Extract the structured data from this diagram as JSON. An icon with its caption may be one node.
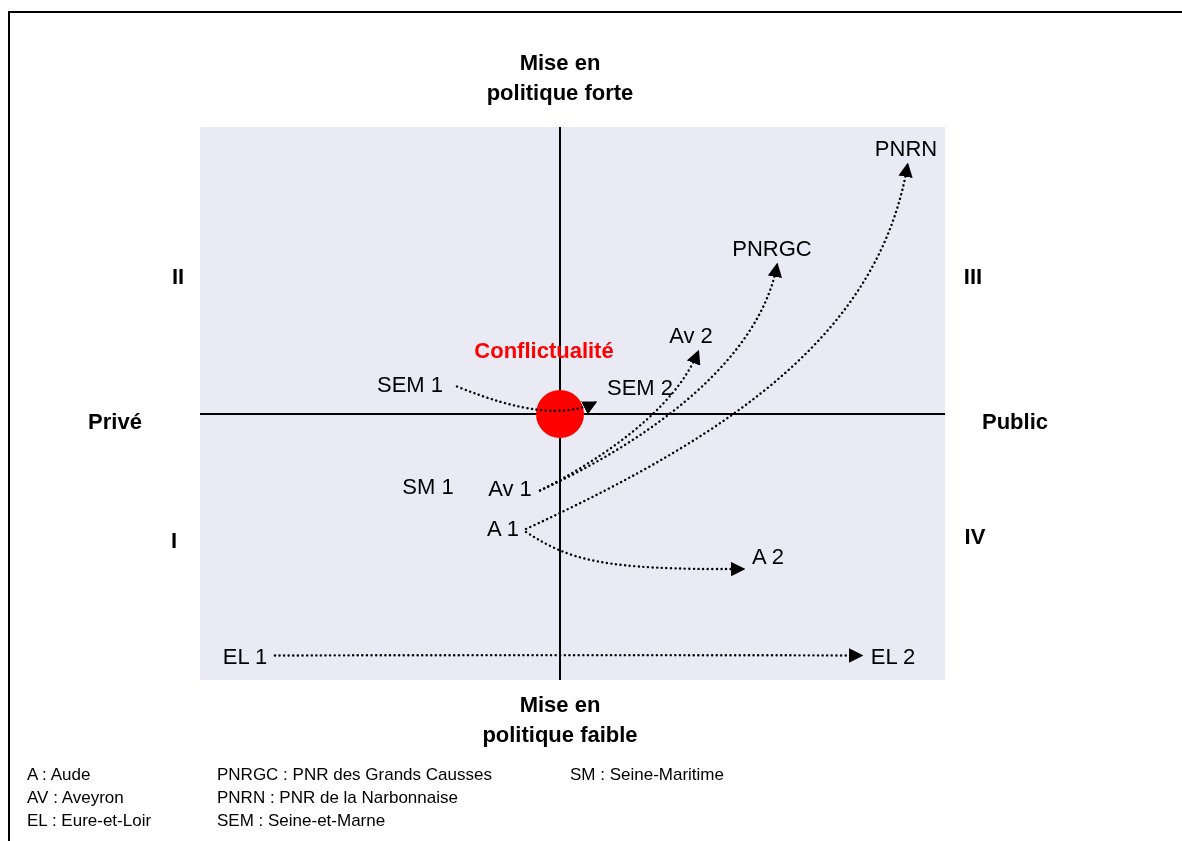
{
  "diagram": {
    "nodes": [
      {
        "text": [
          "SEM 1"
        ]
      },
      {
        "text": [
          "SEM 2"
        ]
      },
      {
        "text": [
          "Av 2"
        ]
      },
      {
        "text": [
          "PNRGC"
        ]
      },
      {
        "text": [
          "PNRN"
        ]
      },
      {
        "text": [
          "Av 1"
        ]
      },
      {
        "text": [
          "A 1"
        ]
      },
      {
        "text": [
          "A 2"
        ]
      },
      {
        "text": [
          "EL 1"
        ]
      },
      {
        "text": [
          "EL 2"
        ]
      }
    ],
    "edges": [
      {
        "from": 0,
        "to": 1,
        "arrow": "to"
      },
      {
        "from": 5,
        "to": 2,
        "arrow": "to"
      },
      {
        "from": 5,
        "to": 3,
        "arrow": "to"
      },
      {
        "from": 6,
        "to": 4,
        "arrow": "to"
      },
      {
        "from": 6,
        "to": 7,
        "arrow": "to"
      },
      {
        "from": 8,
        "to": 9,
        "arrow": "to"
      }
    ],
    "labels": [
      "Mise en politique forte",
      "Mise en politique faible",
      "Privé",
      "Public",
      "II",
      "III",
      "I",
      "IV",
      "Conflictualité",
      "SM 1",
      "A : Aude",
      "PNRGC : PNR des Grands Causses",
      "SM : Seine-Maritime",
      "AV : Aveyron",
      "PNRN : PNR de la Narbonnaise",
      "EL : Eure-et-Loir",
      "SEM : Seine-et-Marne"
    ]
  }
}
